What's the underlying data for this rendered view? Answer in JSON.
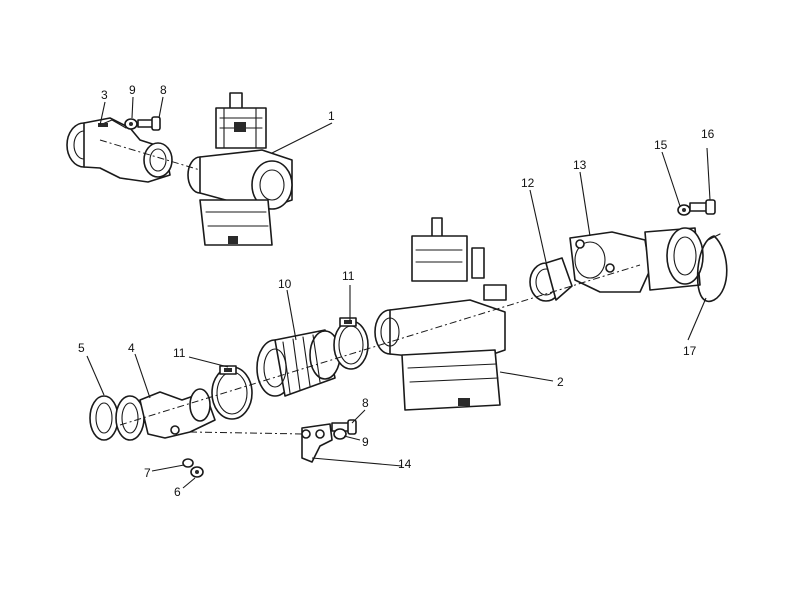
{
  "callouts": {
    "c1": "1",
    "c2": "2",
    "c3": "3",
    "c4": "4",
    "c5": "5",
    "c6": "6",
    "c7": "7",
    "c8a": "8",
    "c8b": "8",
    "c9a": "9",
    "c9b": "9",
    "c10": "10",
    "c11a": "11",
    "c11b": "11",
    "c12": "12",
    "c13": "13",
    "c14": "14",
    "c15": "15",
    "c16": "16",
    "c17": "17"
  }
}
